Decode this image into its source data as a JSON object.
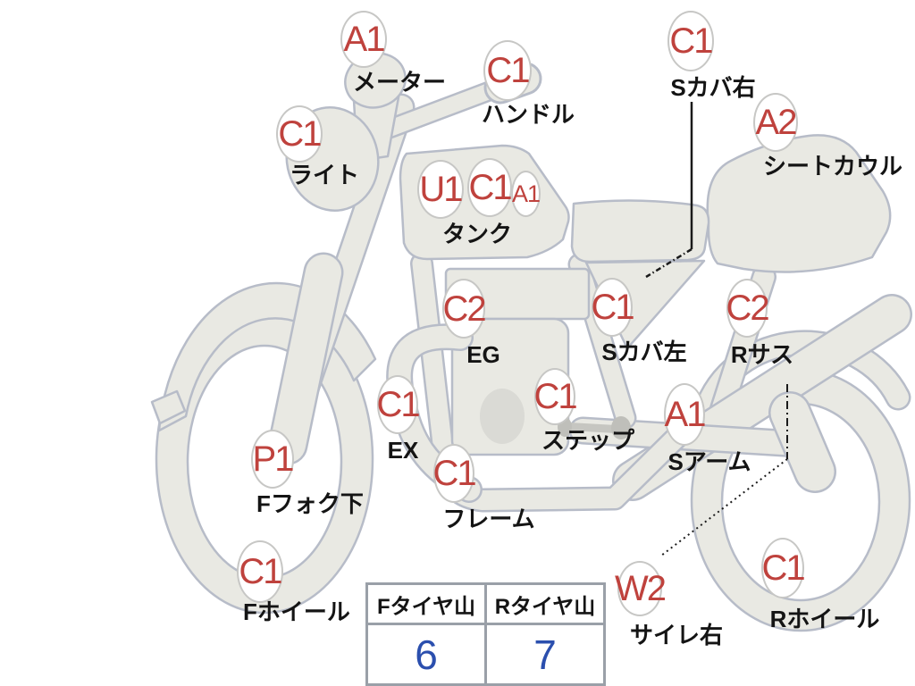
{
  "markers": [
    {
      "code": "A1",
      "part": "メーター"
    },
    {
      "code": "C1",
      "part": "ハンドル"
    },
    {
      "code": "C1",
      "part": "ライト"
    },
    {
      "code": "U1",
      "part": ""
    },
    {
      "code": "C1",
      "part": "タンク"
    },
    {
      "code": "A1",
      "part": ""
    },
    {
      "code": "C1",
      "part": "Sカバ右"
    },
    {
      "code": "A2",
      "part": "シートカウル"
    },
    {
      "code": "C2",
      "part": "EG"
    },
    {
      "code": "C1",
      "part": "Sカバ左"
    },
    {
      "code": "C2",
      "part": "Rサス"
    },
    {
      "code": "C1",
      "part": "EX"
    },
    {
      "code": "C1",
      "part": "ステップ"
    },
    {
      "code": "A1",
      "part": "Sアーム"
    },
    {
      "code": "P1",
      "part": "Fフォク下"
    },
    {
      "code": "C1",
      "part": "フレーム"
    },
    {
      "code": "C1",
      "part": "Fホイール"
    },
    {
      "code": "W2",
      "part": "サイレ右"
    },
    {
      "code": "C1",
      "part": "Rホイール"
    }
  ],
  "tire_table": {
    "headers": [
      "Fタイヤ山",
      "Rタイヤ山"
    ],
    "values": [
      "6",
      "7"
    ]
  },
  "colors": {
    "code_red": "#bf423d",
    "label_black": "#141414",
    "value_blue": "#2b4fae",
    "body_fill": "#e9e9e3",
    "body_outline": "#b7bcc8",
    "table_border": "#9aa0a8"
  }
}
